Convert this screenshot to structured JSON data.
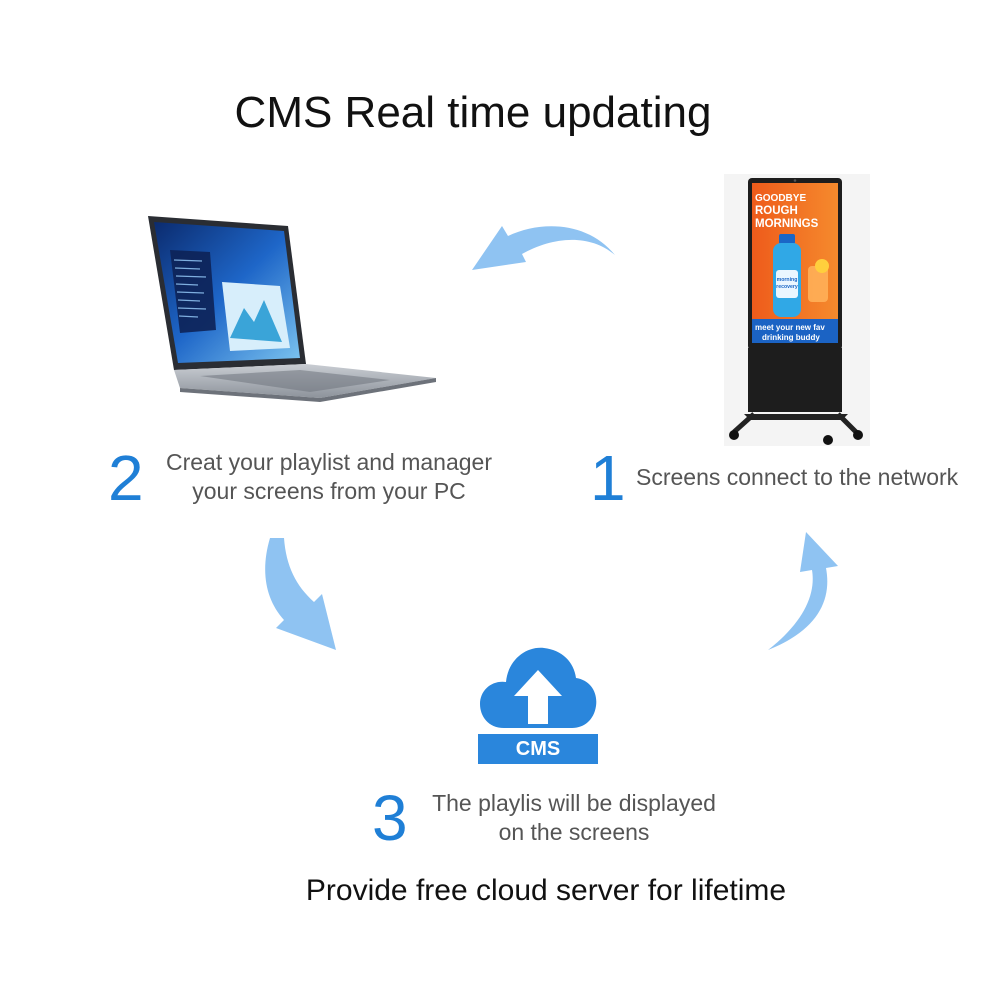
{
  "title": "CMS Real time updating",
  "colors": {
    "accent": "#1f7fd6",
    "arrow": "#8fc3f2",
    "cloud": "#2a86dc",
    "kiosk_screen": "#f26a1f",
    "kiosk_body": "#1d1d1d"
  },
  "steps": [
    {
      "number": "1",
      "text": "Screens connect to the network"
    },
    {
      "number": "2",
      "line1": "Creat your playlist and manager",
      "line2": "your screens from your PC"
    },
    {
      "number": "3",
      "line1": "The playlis will be displayed",
      "line2": "on the screens"
    }
  ],
  "cms_badge": "CMS",
  "kiosk_ad": {
    "line1": "GOODBYE",
    "line2": "ROUGH",
    "line3": "MORNINGS",
    "bottle_line1": "morning",
    "bottle_line2": "recovery",
    "tagline1": "meet your new fav",
    "tagline2": "drinking buddy"
  },
  "footer": "Provide free cloud server for lifetime"
}
